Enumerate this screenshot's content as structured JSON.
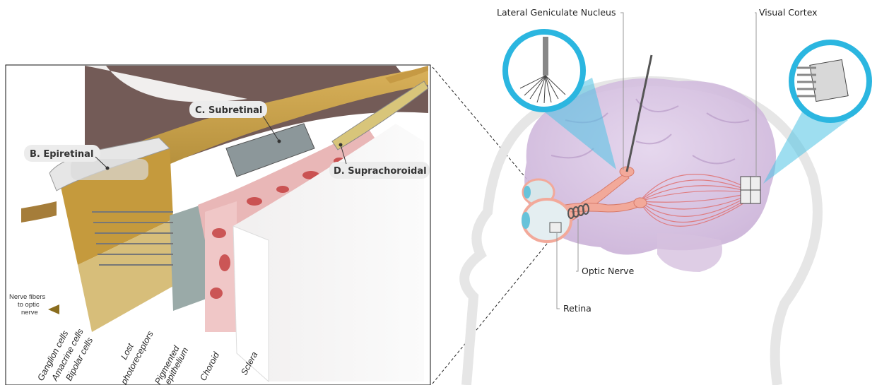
{
  "brain_labels": {
    "lgn": "Lateral Geniculate Nucleus",
    "visual_cortex": "Visual Cortex",
    "optic_nerve": "Optic Nerve",
    "retina": "Retina"
  },
  "implant_labels": {
    "epiretinal": "B. Epiretinal",
    "subretinal": "C. Subretinal",
    "suprachoroidal": "D. Suprachoroidal"
  },
  "nerve_fibers": [
    "Nerve fibers",
    "to optic",
    "nerve"
  ],
  "layers": [
    "Ganglion cells",
    "Amacrine cells",
    "Bipolar cells",
    "Lost",
    "photoreceptors",
    "Pigmented",
    "epithelium",
    "Choroid",
    "Sclera"
  ]
}
